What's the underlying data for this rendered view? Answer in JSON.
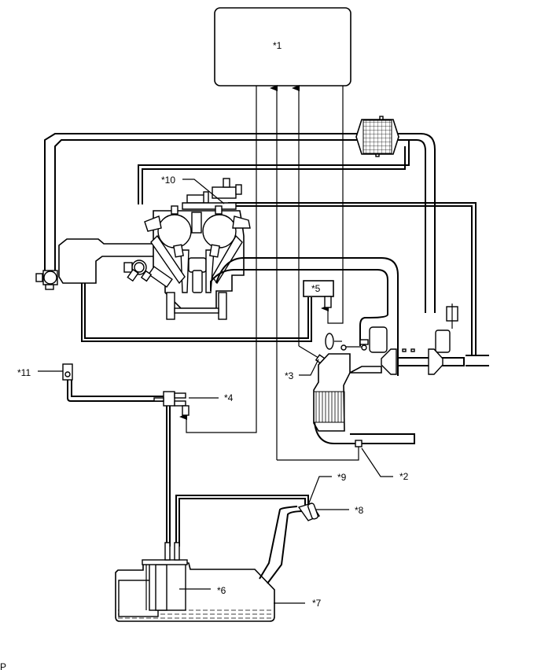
{
  "labels": {
    "c1": "*1",
    "c2": "*2",
    "c3": "*3",
    "c4": "*4",
    "c5": "*5",
    "c6": "*6",
    "c7": "*7",
    "c8": "*8",
    "c9": "*9",
    "c10": "*10",
    "c11": "*11"
  },
  "corner_mark": "P"
}
